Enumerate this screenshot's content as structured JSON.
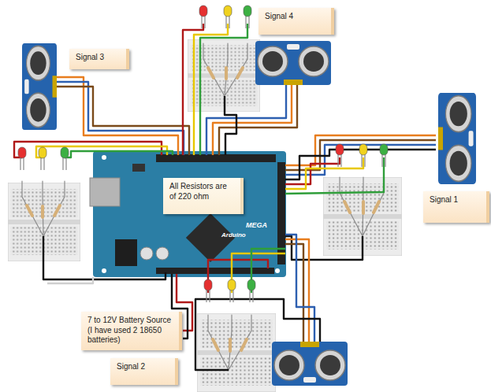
{
  "diagram": {
    "nodes": [
      {
        "text": [
          "Signal 3"
        ]
      },
      {
        "text": [
          "Signal 4"
        ]
      },
      {
        "text": [
          "Signal 1"
        ]
      },
      {
        "text": [
          "Signal 2"
        ]
      },
      {
        "text": [
          "All Resistors are of 220 ohm"
        ]
      },
      {
        "text": [
          "7 to 12V Battery Source (I have used 2 18650 batteries)"
        ]
      }
    ],
    "labels": [
      "MEGA",
      "Arduino"
    ]
  }
}
